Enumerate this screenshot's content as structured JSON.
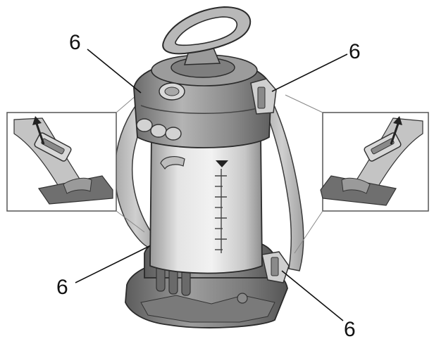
{
  "figure": {
    "callouts": [
      {
        "id": "top-left",
        "label": "6"
      },
      {
        "id": "top-right",
        "label": "6"
      },
      {
        "id": "bottom-left",
        "label": "6"
      },
      {
        "id": "bottom-right",
        "label": "6"
      }
    ]
  },
  "colors": {
    "background": "#ffffff",
    "body_light": "#dcdcdc",
    "body_mid": "#a7a7a7",
    "body_dark": "#6e6e6e",
    "strap": "#bdbdbd",
    "outline": "#2a2a2a",
    "inset_panel": "#ffffff"
  },
  "icons": [
    "strap-adjust-arrow-icon",
    "buckle-icon"
  ]
}
